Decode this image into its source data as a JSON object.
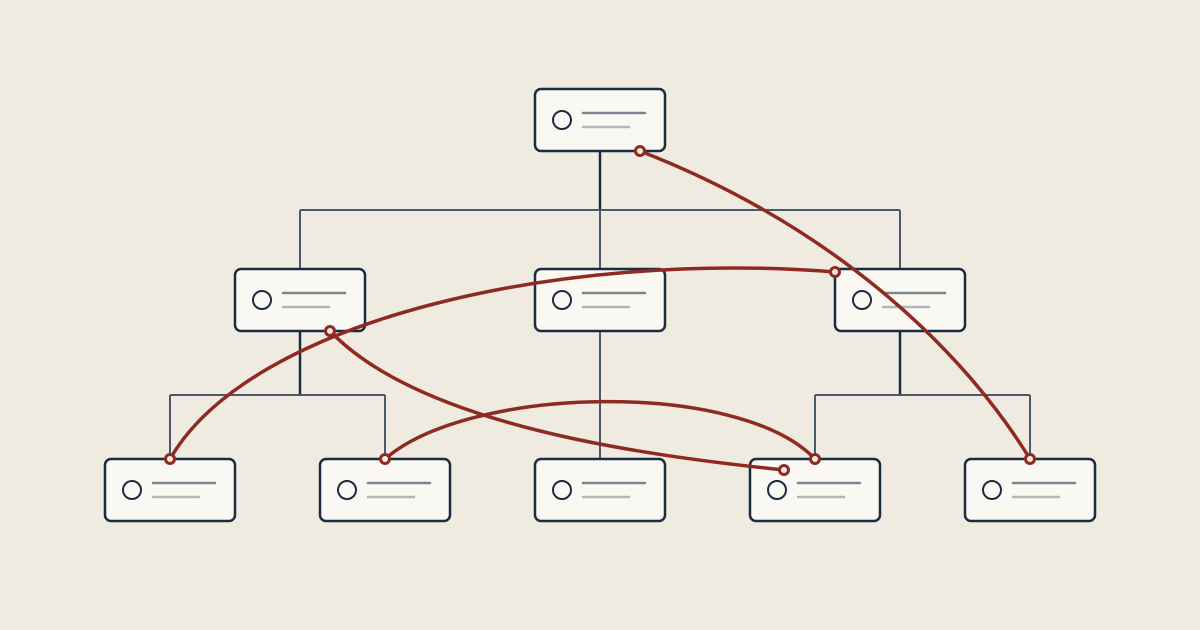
{
  "colors": {
    "background": "#EFEBE0",
    "card_fill": "#FAF8F2",
    "card_border": "#1A2B42",
    "tree_line": "#4A5A6A",
    "tree_line_strong": "#1A2B42",
    "text_line_primary": "#7C8591",
    "text_line_secondary": "#B3B5B7",
    "cross_link": "#8F2A22",
    "cross_link_end_fill": "#F4EEE4"
  },
  "icons": {
    "node_avatar": "avatar-circle-icon"
  },
  "tree": {
    "levels": 3,
    "nodes": [
      {
        "id": "root",
        "level": 0,
        "parent": null
      },
      {
        "id": "left",
        "level": 1,
        "parent": "root"
      },
      {
        "id": "center",
        "level": 1,
        "parent": "root"
      },
      {
        "id": "right",
        "level": 1,
        "parent": "root"
      },
      {
        "id": "left-a",
        "level": 2,
        "parent": "left"
      },
      {
        "id": "left-b",
        "level": 2,
        "parent": "left"
      },
      {
        "id": "center-a",
        "level": 2,
        "parent": "center"
      },
      {
        "id": "right-a",
        "level": 2,
        "parent": "right"
      },
      {
        "id": "right-b",
        "level": 2,
        "parent": "right"
      }
    ],
    "cross_links": [
      {
        "from": "root",
        "to": "right-b"
      },
      {
        "from": "right",
        "to": "left-a"
      },
      {
        "from": "left",
        "to": "right-a"
      },
      {
        "from": "left-b",
        "to": "right-a"
      }
    ]
  }
}
